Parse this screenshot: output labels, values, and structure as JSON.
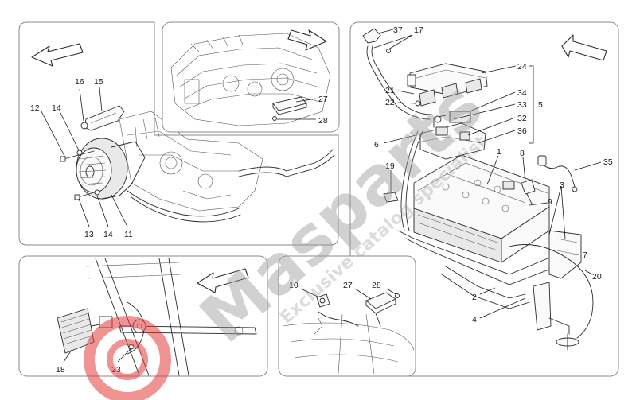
{
  "watermark": {
    "brand": "Masparts",
    "tagline": "Exclusive catalog specialist",
    "brand_color": "#e23b3b"
  },
  "panels": {
    "alternator": {
      "labels": [
        "16",
        "15",
        "12",
        "14",
        "13",
        "14",
        "11"
      ]
    },
    "engine_top": {
      "labels": [
        "27",
        "28"
      ]
    },
    "battery": {
      "labels": [
        "37",
        "17",
        "24",
        "21",
        "22",
        "34",
        "33",
        "32",
        "36",
        "5",
        "6",
        "1",
        "8",
        "35",
        "19",
        "3",
        "9",
        "7",
        "20",
        "2",
        "4"
      ]
    },
    "pedal": {
      "labels": [
        "18",
        "23"
      ]
    },
    "module": {
      "labels": [
        "10",
        "27",
        "28"
      ]
    }
  }
}
